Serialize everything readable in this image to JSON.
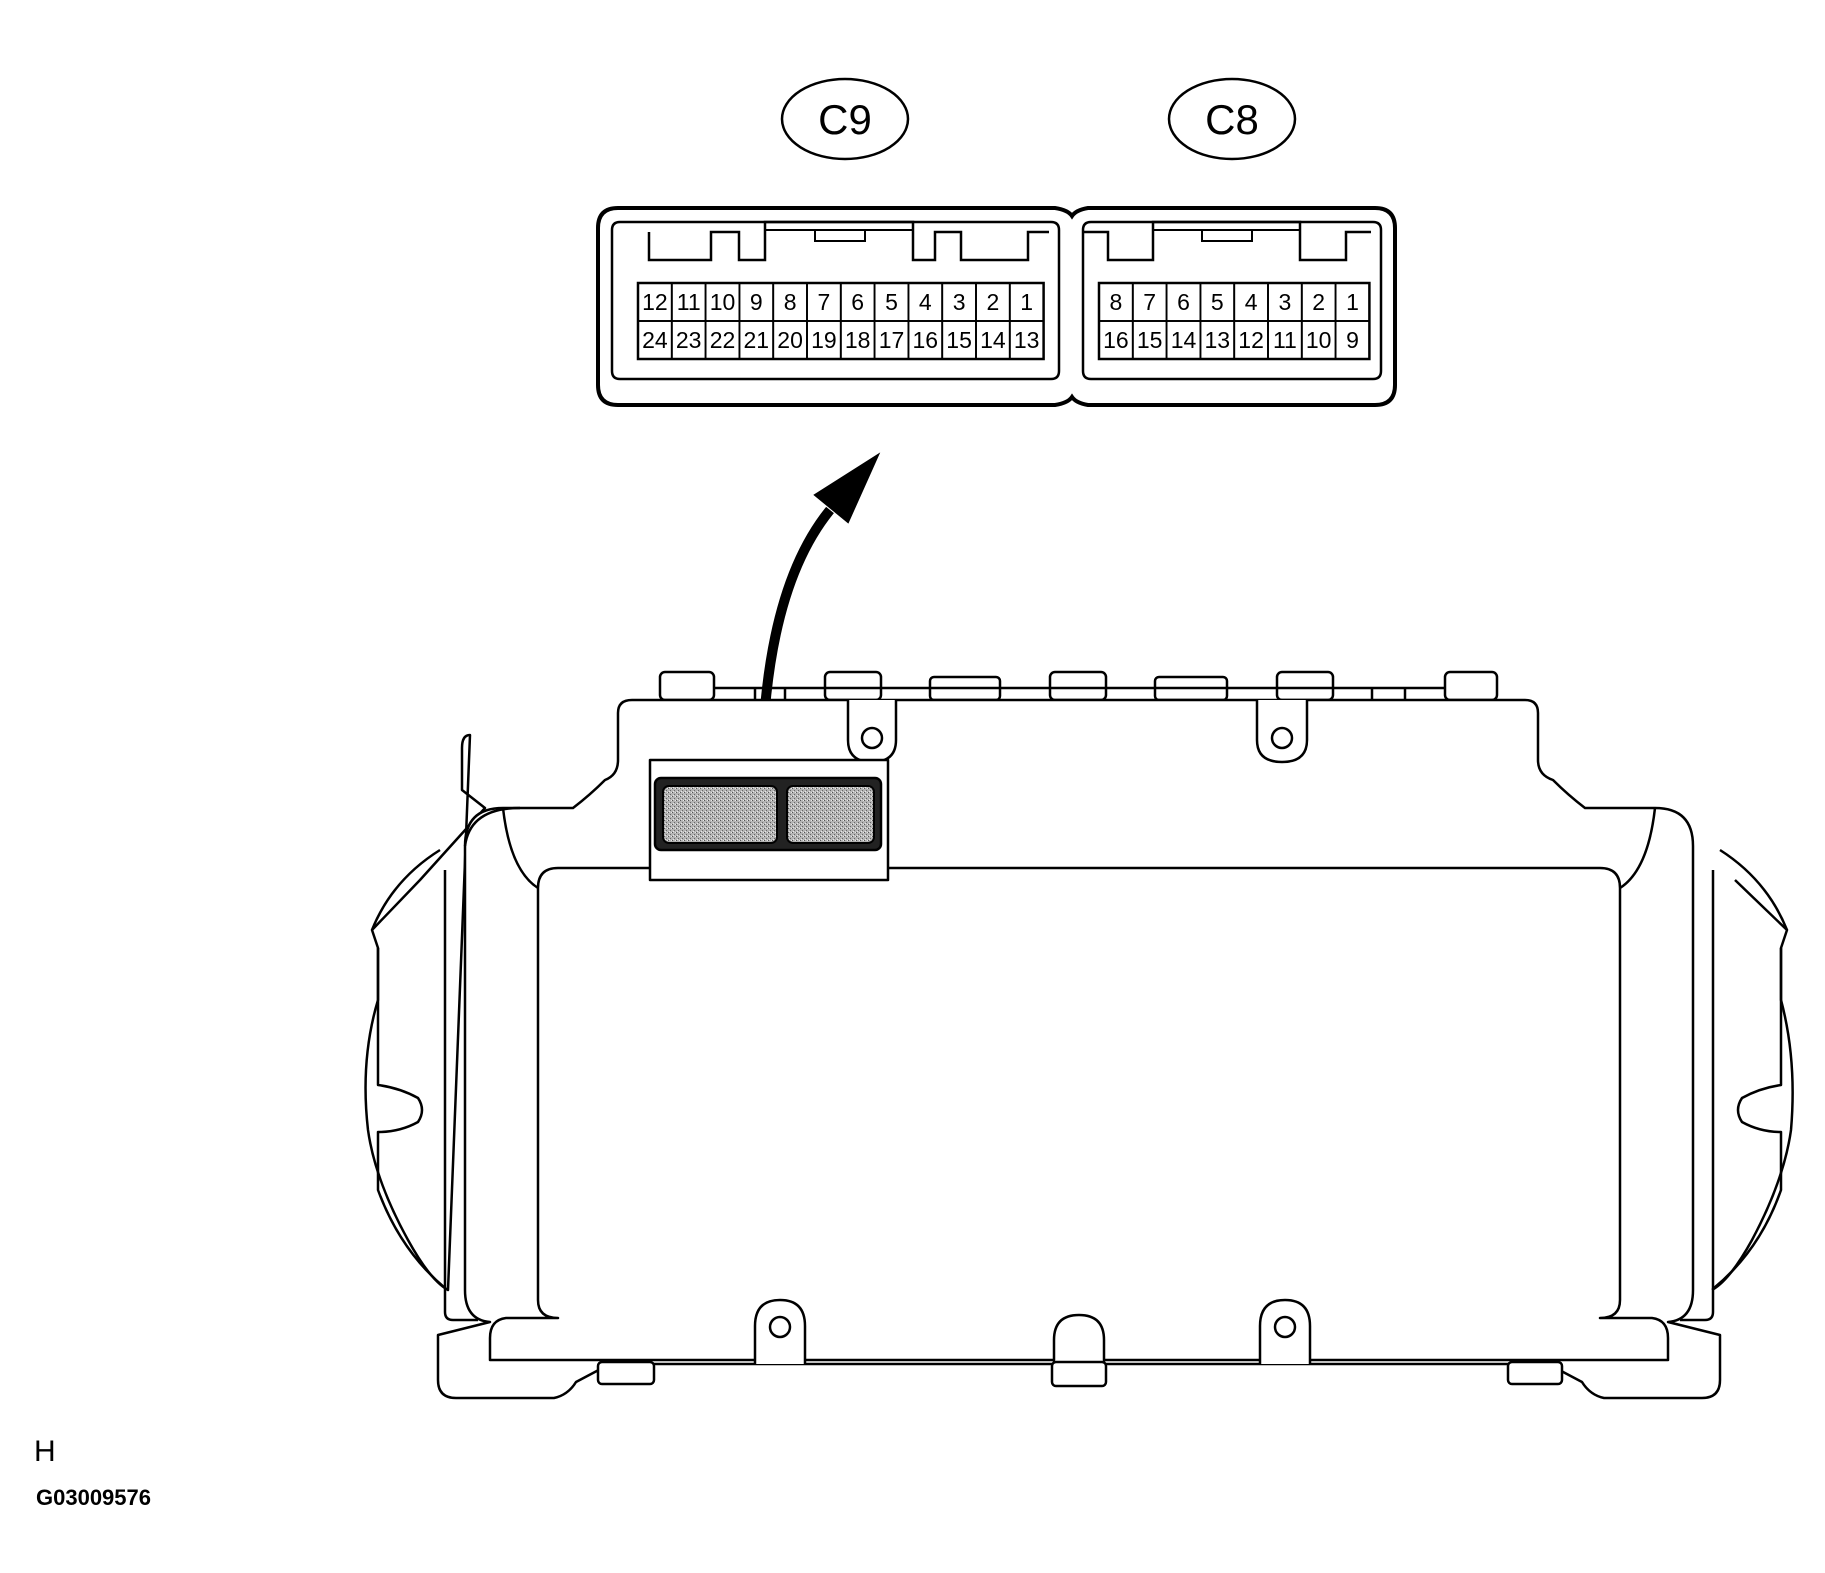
{
  "callouts": {
    "c9": "C9",
    "c8": "C8"
  },
  "connectors": {
    "c9": {
      "top_row": [
        "12",
        "11",
        "10",
        "9",
        "8",
        "7",
        "6",
        "5",
        "4",
        "3",
        "2",
        "1"
      ],
      "bottom_row": [
        "24",
        "23",
        "22",
        "21",
        "20",
        "19",
        "18",
        "17",
        "16",
        "15",
        "14",
        "13"
      ]
    },
    "c8": {
      "top_row": [
        "8",
        "7",
        "6",
        "5",
        "4",
        "3",
        "2",
        "1"
      ],
      "bottom_row": [
        "16",
        "15",
        "14",
        "13",
        "12",
        "11",
        "10",
        "9"
      ]
    }
  },
  "caption": {
    "letter": "H",
    "code": "G03009576"
  }
}
